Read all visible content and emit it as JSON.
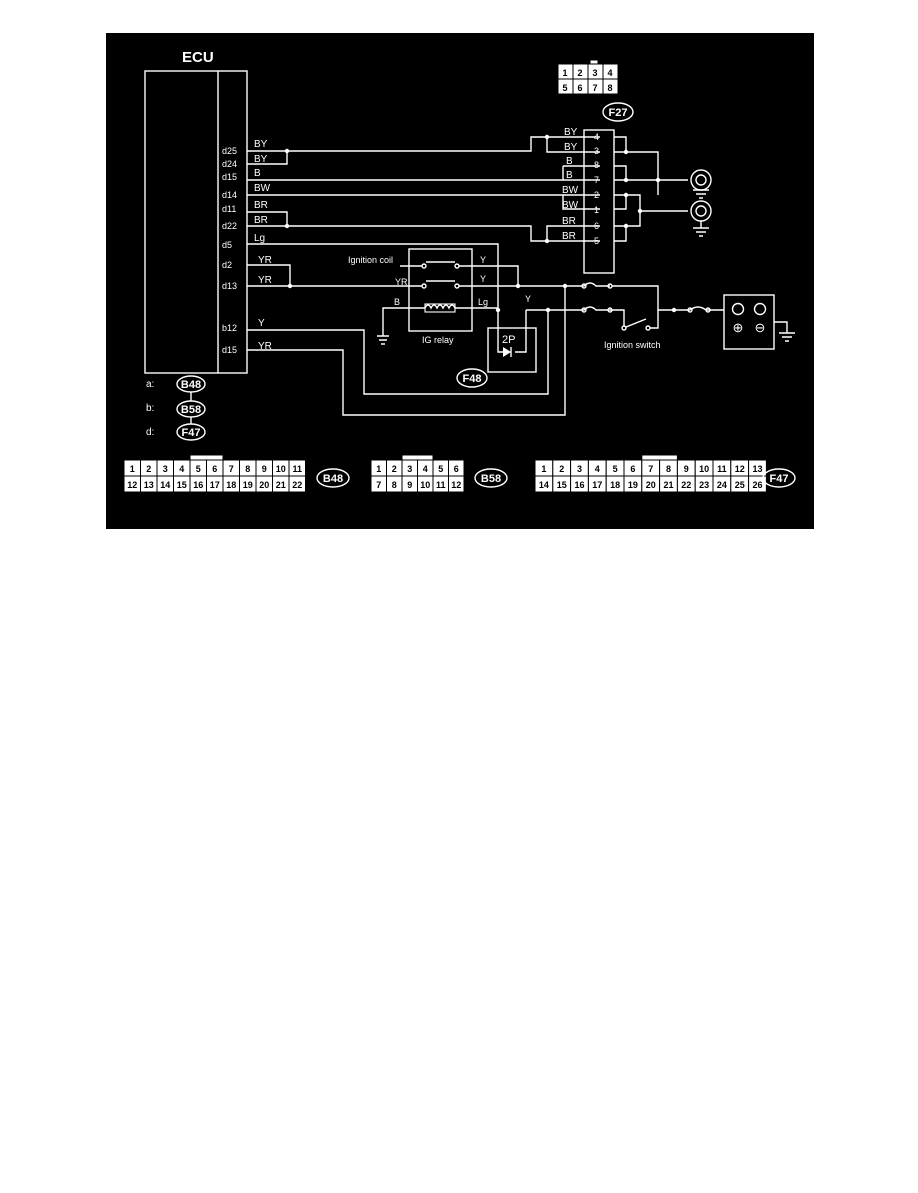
{
  "colors": {
    "background": "#000000",
    "wire": "#ffffff",
    "page": "#ffffff"
  },
  "ecu": {
    "title": "ECU",
    "pins": [
      "d25",
      "d24",
      "d15",
      "d14",
      "d11",
      "d22",
      "d5",
      "d2",
      "d13",
      "b12",
      "d15"
    ],
    "wire_colors": [
      "BY",
      "BY",
      "B",
      "BW",
      "BR",
      "BR",
      "Lg",
      "YR",
      "YR",
      "Y",
      "YR"
    ]
  },
  "legend": [
    {
      "prefix": "a:",
      "connector": "B48"
    },
    {
      "prefix": "b:",
      "connector": "B58"
    },
    {
      "prefix": "d:",
      "connector": "F47"
    }
  ],
  "f27": {
    "label": "F27",
    "pin_numbers": [
      "4",
      "3",
      "8",
      "7",
      "2",
      "1",
      "6",
      "5"
    ],
    "wire_colors": [
      "BY",
      "BY",
      "B",
      "B",
      "BW",
      "BW",
      "BR",
      "BR"
    ],
    "face_top": [
      "1",
      "2",
      "3",
      "4"
    ],
    "face_bottom": [
      "5",
      "6",
      "7",
      "8"
    ]
  },
  "ignition_coil_label": "Ignition coil",
  "relay": {
    "label": "IG relay",
    "wires": {
      "in_left": "YR",
      "out_top": "Y",
      "out_mid": "Y",
      "coil_gnd": "B",
      "coil_out": "Lg",
      "diode_in": "Y"
    }
  },
  "diode_block": {
    "label": "2P",
    "connector": "F48"
  },
  "ignition_switch_label": "Ignition switch",
  "battery": {
    "plus": "⊕",
    "minus": "⊖"
  },
  "b48": {
    "label": "B48",
    "row1": [
      "1",
      "2",
      "3",
      "4",
      "5",
      "6",
      "7",
      "8",
      "9",
      "10",
      "11"
    ],
    "row2": [
      "12",
      "13",
      "14",
      "15",
      "16",
      "17",
      "18",
      "19",
      "20",
      "21",
      "22"
    ]
  },
  "b58": {
    "label": "B58",
    "row1": [
      "1",
      "2",
      "3",
      "4",
      "5",
      "6"
    ],
    "row2": [
      "7",
      "8",
      "9",
      "10",
      "11",
      "12"
    ]
  },
  "f47": {
    "label": "F47",
    "row1": [
      "1",
      "2",
      "3",
      "4",
      "5",
      "6",
      "7",
      "8",
      "9",
      "10",
      "11",
      "12",
      "13"
    ],
    "row2": [
      "14",
      "15",
      "16",
      "17",
      "18",
      "19",
      "20",
      "21",
      "22",
      "23",
      "24",
      "25",
      "26"
    ]
  }
}
